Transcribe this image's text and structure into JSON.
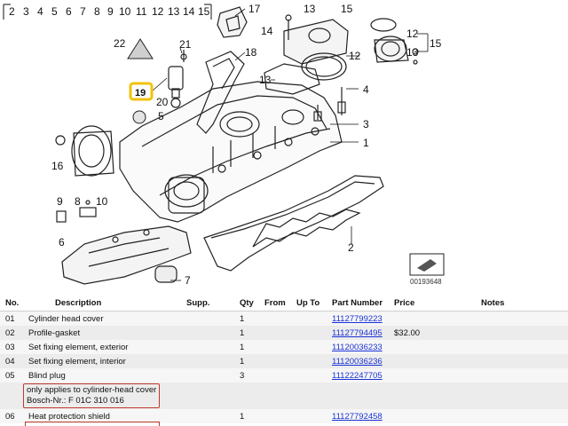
{
  "diagram": {
    "top_sequence": [
      "2",
      "3",
      "4",
      "5",
      "6",
      "7",
      "8",
      "9",
      "10",
      "11",
      "12",
      "13",
      "14",
      "15"
    ],
    "callouts": {
      "c1": "1",
      "c2": "2",
      "c3": "3",
      "c4": "4",
      "c5": "5",
      "c6": "6",
      "c7": "7",
      "c8": "8",
      "c9": "9",
      "c10": "10",
      "c12a": "12",
      "c12b": "12",
      "c13a": "13",
      "c13b": "13",
      "c13c": "13",
      "c14": "14",
      "c15a": "15",
      "c15b": "15",
      "c16": "16",
      "c17": "17",
      "c18": "18",
      "c19": "19",
      "c20": "20",
      "c21": "21",
      "c22": "22"
    },
    "diagram_id": "00193648",
    "highlight_color": "#f0c20a"
  },
  "table": {
    "headers": [
      "No.",
      "Description",
      "Supp.",
      "Qty",
      "From",
      "Up To",
      "Part Number",
      "Price",
      "Notes"
    ],
    "rows": [
      {
        "no": "01",
        "description": "Cylinder head cover",
        "supp": "",
        "qty": "1",
        "from": "",
        "up_to": "",
        "part_number": "11127799223",
        "price": "",
        "notes": ""
      },
      {
        "no": "02",
        "description": "Profile-gasket",
        "supp": "",
        "qty": "1",
        "from": "",
        "up_to": "",
        "part_number": "11127794495",
        "price": "$32.00",
        "notes": ""
      },
      {
        "no": "03",
        "description": "Set fixing element, exterior",
        "supp": "",
        "qty": "1",
        "from": "",
        "up_to": "",
        "part_number": "11120036233",
        "price": "",
        "notes": ""
      },
      {
        "no": "04",
        "description": "Set fixing element, interior",
        "supp": "",
        "qty": "1",
        "from": "",
        "up_to": "",
        "part_number": "11120036236",
        "price": "",
        "notes": ""
      },
      {
        "no": "05",
        "description": "Blind plug",
        "supp": "",
        "qty": "3",
        "from": "",
        "up_to": "",
        "part_number": "11122247705",
        "price": "",
        "notes": ""
      }
    ],
    "note": {
      "line1": "only applies to cylinder-head cover",
      "line2": "Bosch-Nr.: F 01C 310 016"
    },
    "row06": {
      "no": "06",
      "description": "Heat protection shield",
      "supp": "",
      "qty": "1",
      "from": "",
      "up_to": "",
      "part_number": "11127792458",
      "price": "",
      "notes": ""
    }
  }
}
